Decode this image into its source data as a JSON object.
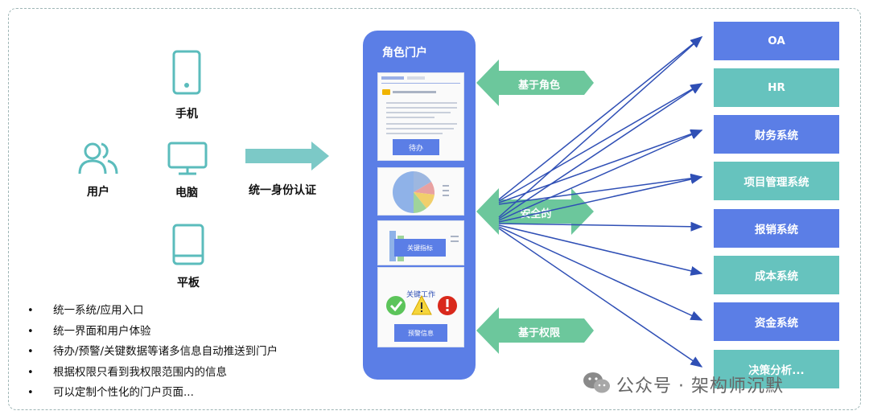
{
  "devices": {
    "phone": "手机",
    "user": "用户",
    "pc": "电脑",
    "tablet": "平板"
  },
  "auth_label": "统一身份认证",
  "features": [
    "统一系统/应用入口",
    "统一界面和用户体验",
    "待办/预警/关键数据等诸多信息自动推送到门户",
    "根据权限只看到我权限范围内的信息",
    "可以定制个性化的门户页面..."
  ],
  "portal": {
    "title": "角色门户",
    "todo_button": "待办",
    "key_chart_button": "关键指标",
    "key_work_title": "关键工作",
    "alert_button": "预警信息"
  },
  "left_arrows": {
    "role": "基于角色",
    "secure": "安全的",
    "permission": "基于权限"
  },
  "systems": [
    "OA",
    "HR",
    "财务系统",
    "项目管理系统",
    "报销系统",
    "成本系统",
    "资金系统",
    "决策分析..."
  ],
  "watermark": "公众号 · 架构师沉默",
  "colors": {
    "blue": "#5b7ee6",
    "teal": "#66c3be",
    "arrow_green": "#6cc79c",
    "icon_teal": "#5bbcbc",
    "line_blue": "#2f4fb5"
  }
}
